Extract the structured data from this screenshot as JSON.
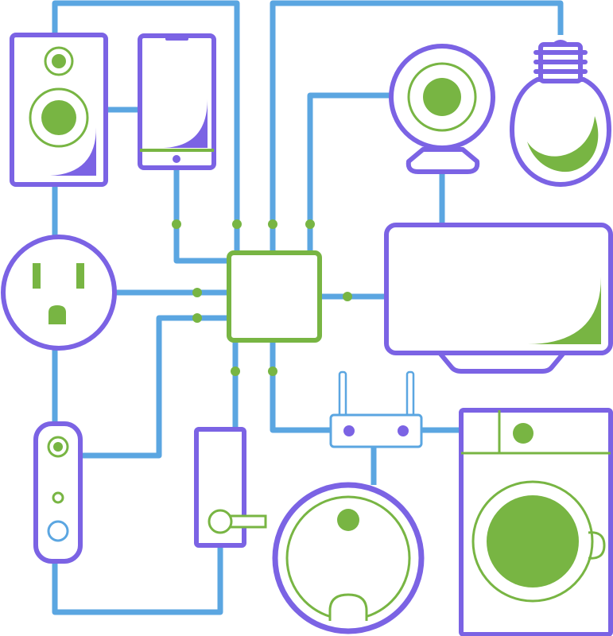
{
  "colors": {
    "background": "#ffffff",
    "wire": "#5ba6e1",
    "outline": "#7b63e4",
    "accent": "#78b543"
  },
  "devices": [
    {
      "id": "speaker",
      "icon": "speaker-icon"
    },
    {
      "id": "smartphone",
      "icon": "smartphone-icon"
    },
    {
      "id": "webcam",
      "icon": "webcam-icon"
    },
    {
      "id": "light-bulb",
      "icon": "light-bulb-icon"
    },
    {
      "id": "smart-plug",
      "icon": "power-outlet-icon"
    },
    {
      "id": "hub",
      "icon": "hub-chip-icon"
    },
    {
      "id": "smart-tv",
      "icon": "tv-icon"
    },
    {
      "id": "doorbell",
      "icon": "video-doorbell-icon"
    },
    {
      "id": "door-lock",
      "icon": "door-lock-icon"
    },
    {
      "id": "router",
      "icon": "wifi-router-icon"
    },
    {
      "id": "robot-vacuum",
      "icon": "robot-vacuum-icon"
    },
    {
      "id": "washing-machine",
      "icon": "washing-machine-icon"
    }
  ]
}
